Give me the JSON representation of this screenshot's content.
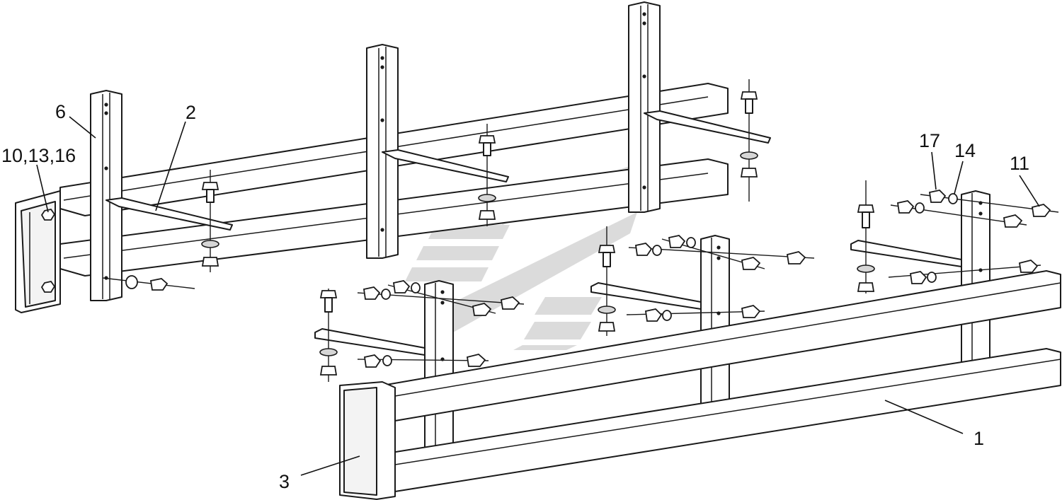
{
  "callouts": {
    "c1": "1",
    "c2": "2",
    "c3": "3",
    "c6": "6",
    "c10_13_16": "10,13,16",
    "c11": "11",
    "c14": "14",
    "c17": "17"
  },
  "colors": {
    "line": "#1a1a1a",
    "background": "#ffffff",
    "watermark": "#bdbdbd"
  }
}
